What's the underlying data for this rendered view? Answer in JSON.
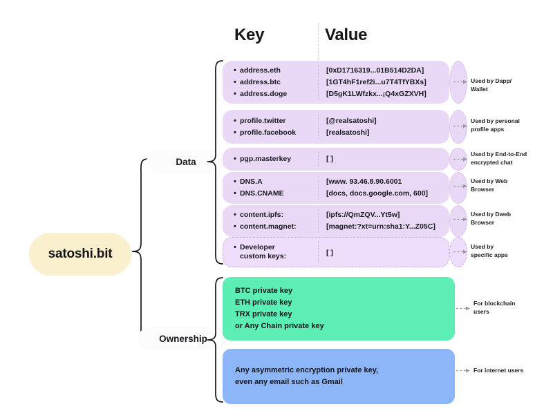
{
  "diagram": {
    "root": {
      "label": "satoshi.bit"
    },
    "groups": [
      {
        "id": "data",
        "label": "Data"
      },
      {
        "id": "ownership",
        "label": "Ownership"
      }
    ],
    "columns": {
      "key": "Key",
      "value": "Value"
    },
    "data_rows": [
      {
        "keys": [
          "address.eth",
          "address.btc",
          "address.doge"
        ],
        "values": [
          "[0xD1716319...01B514D2DA]",
          "[1GT4hF1ref2i...u7T4TfYBXs]",
          "[D5gK1LWfzkx...¡Q4xGZXVH]"
        ],
        "annotation": "Used by Dapp/\nWallet",
        "dashed": false
      },
      {
        "keys": [
          "profile.twitter",
          "profile.facebook"
        ],
        "values": [
          "[@realsatoshi]",
          "[realsatoshi]"
        ],
        "annotation": "Used by personal\nprofile apps",
        "dashed": false
      },
      {
        "keys": [
          "pgp.masterkey"
        ],
        "values": [
          "[ ]"
        ],
        "annotation": "Used by End-to-End\nencrypted chat",
        "dashed": false
      },
      {
        "keys": [
          "DNS.A",
          "DNS.CNAME"
        ],
        "values": [
          "[www. 93.46.8.90.6001",
          "[docs, docs.google.com, 600]"
        ],
        "annotation": "Used by Web\nBrowser",
        "dashed": false
      },
      {
        "keys": [
          "content.ipfs:",
          "content.magnet:"
        ],
        "values": [
          "[ipfs://QmZQV...Yt5w]",
          "[magnet:?xt=urn:sha1:Y...Z05C]"
        ],
        "annotation": "Used by Dweb\nBrowser",
        "dashed": false
      },
      {
        "keys": [
          "Developer\ncustom keys:"
        ],
        "values": [
          "[ ]"
        ],
        "annotation": "Used by\nspecific apps",
        "dashed": true
      }
    ],
    "ownership_boxes": [
      {
        "id": "green",
        "lines": [
          "BTC private key",
          "ETH private key",
          "TRX private key",
          "or Any Chain private key"
        ],
        "annotation": "For blockchain\nusers",
        "color": "#5ceeb4"
      },
      {
        "id": "blue",
        "lines": [
          "Any asymmetric encryption private key,",
          "even any email such as Gmail"
        ],
        "annotation": "For internet users",
        "color": "#8cb6f7"
      }
    ],
    "colors": {
      "background": "#ffffff",
      "root_pill": "#fbf0cd",
      "cylinder": "#e9d9f7",
      "green_box": "#5ceeb4",
      "blue_box": "#8cb6f7",
      "text": "#15161a",
      "dashed_stroke": "#c5a8e2"
    }
  }
}
